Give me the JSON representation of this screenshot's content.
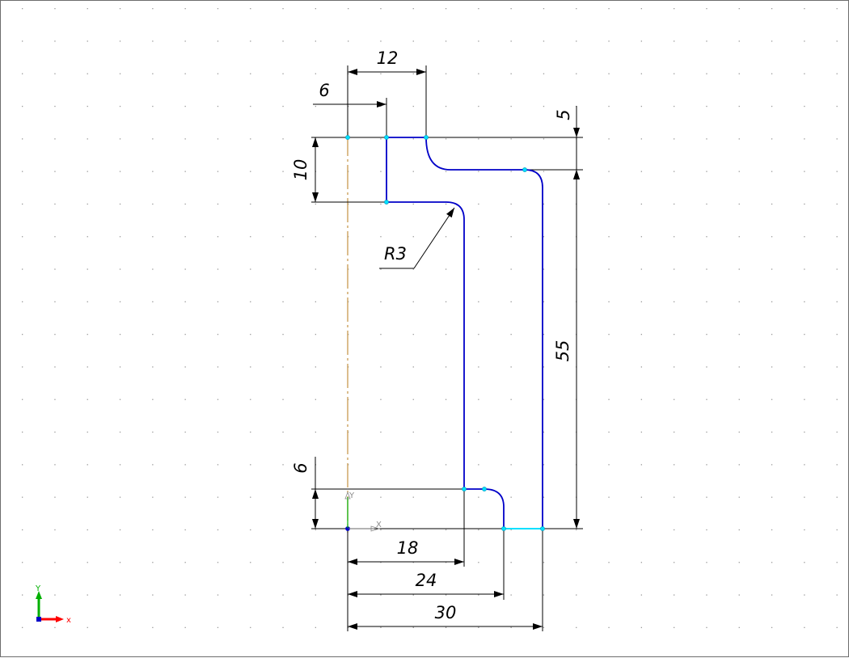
{
  "dimensions": {
    "top_width": "12",
    "inner_offset": "6",
    "top_thickness": "5",
    "left_height": "10",
    "radius": "R3",
    "right_height": "55",
    "bottom_height": "6",
    "width_18": "18",
    "width_24": "24",
    "width_30": "30"
  },
  "origin_axes": {
    "x": "X",
    "y": "Y"
  },
  "ucs_axes": {
    "x": "x",
    "y": "Y"
  },
  "colors": {
    "contour": "#0000c8",
    "centerline": "#c89a50",
    "vertex": "#00e0ff",
    "x_axis": "#ff0000",
    "y_axis": "#00b000",
    "grid": "#9a9a9a",
    "dim_line": "#000000"
  },
  "icons": {
    "ucs": "ucs-axes-icon",
    "origin": "origin-axes-icon"
  }
}
